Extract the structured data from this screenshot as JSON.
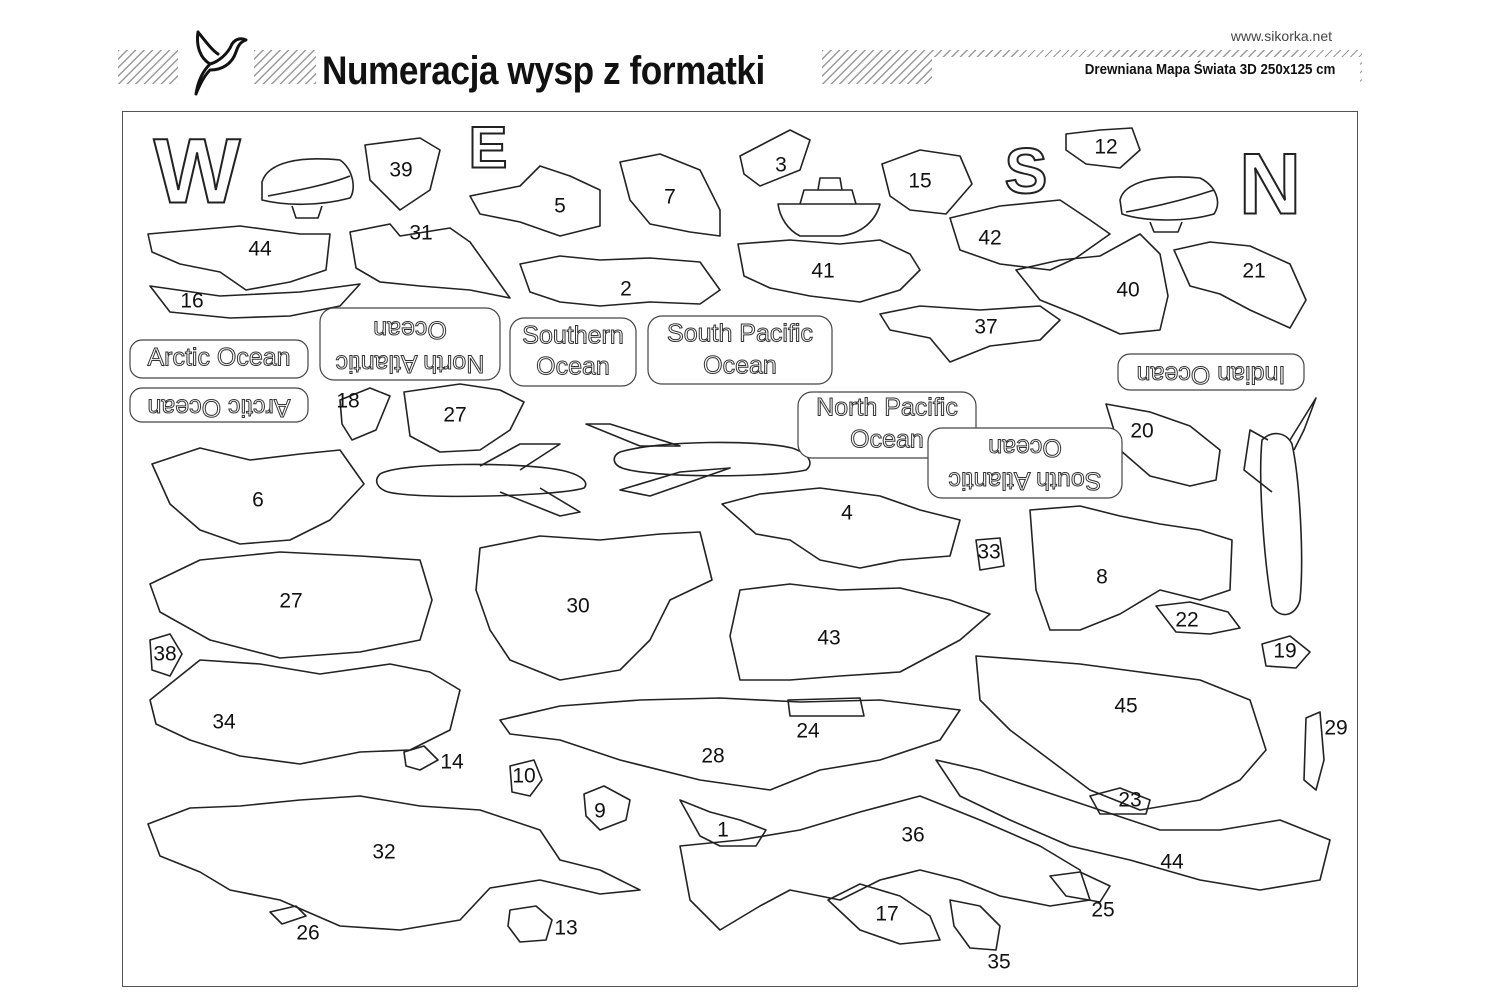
{
  "header": {
    "website": "www.sikorka.net",
    "title": "Numeracja wysp z formatki",
    "subtitle": "Drewniana Mapa Świata 3D 250x125 cm"
  },
  "letters": {
    "w": "W",
    "e": "E",
    "s": "S",
    "n": "N"
  },
  "oceans": {
    "arctic_1": "Arctic Ocean",
    "arctic_2": "Arctic Ocean",
    "north_atlantic_l1": "North Atlantic",
    "north_atlantic_l2": "Ocean",
    "southern_l1": "Southern",
    "southern_l2": "Ocean",
    "south_pacific_l1": "South Pacific",
    "south_pacific_l2": "Ocean",
    "north_pacific_l1": "North Pacific",
    "north_pacific_l2": "Ocean",
    "south_atlantic_l1": "South Atlantic",
    "south_atlantic_l2": "Ocean",
    "indian": "Indian Ocean"
  },
  "pieces": {
    "p1": "1",
    "p2": "2",
    "p3": "3",
    "p4": "4",
    "p5": "5",
    "p6": "6",
    "p7": "7",
    "p8": "8",
    "p9": "9",
    "p10": "10",
    "p12": "12",
    "p13": "13",
    "p14": "14",
    "p15": "15",
    "p16": "16",
    "p17": "17",
    "p18": "18",
    "p19": "19",
    "p20": "20",
    "p21": "21",
    "p22": "22",
    "p23": "23",
    "p24": "24",
    "p25": "25",
    "p26": "26",
    "p27a": "27",
    "p27b": "27",
    "p28": "28",
    "p29": "29",
    "p30": "30",
    "p31": "31",
    "p32": "32",
    "p33": "33",
    "p34": "34",
    "p35": "35",
    "p36": "36",
    "p37": "37",
    "p38": "38",
    "p39": "39",
    "p40": "40",
    "p41": "41",
    "p42": "42",
    "p43": "43",
    "p44a": "44",
    "p44b": "44",
    "p45": "45"
  }
}
